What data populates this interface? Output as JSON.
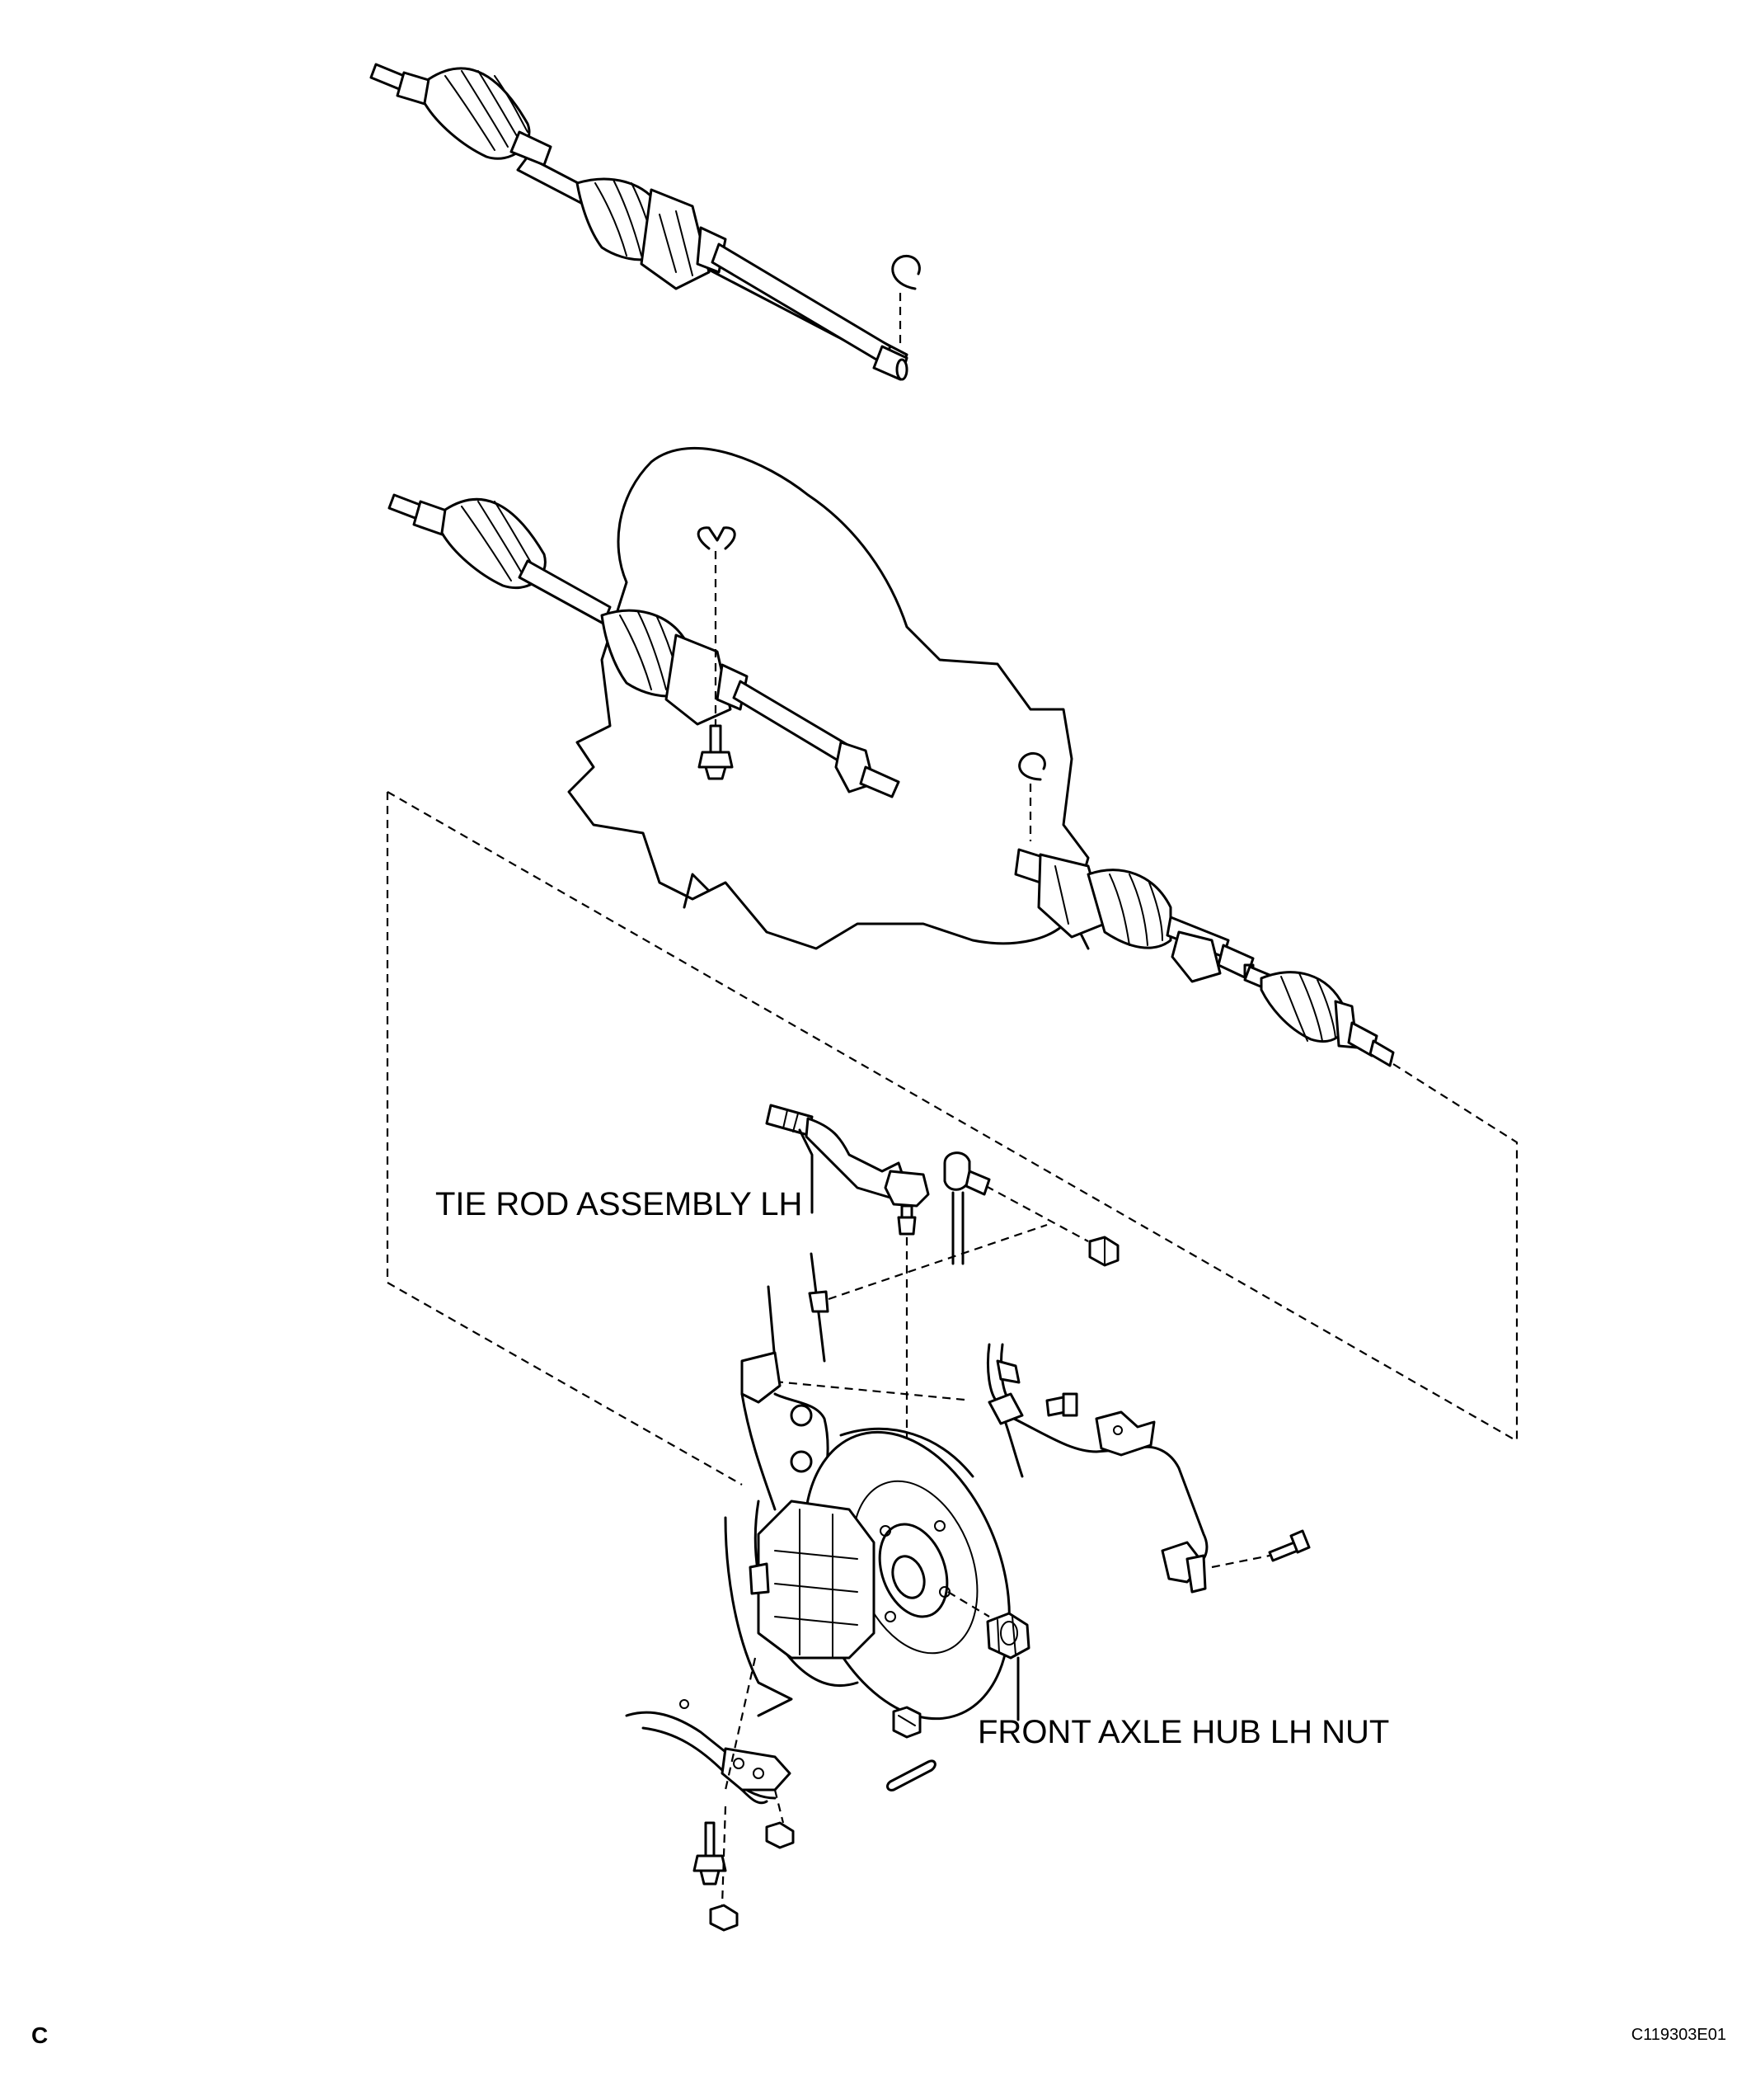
{
  "labels": {
    "tie_rod": "TIE ROD ASSEMBLY LH",
    "hub_nut": "FRONT AXLE HUB LH NUT"
  },
  "footer": {
    "section_letter": "C",
    "figure_code": "C119303E01"
  }
}
